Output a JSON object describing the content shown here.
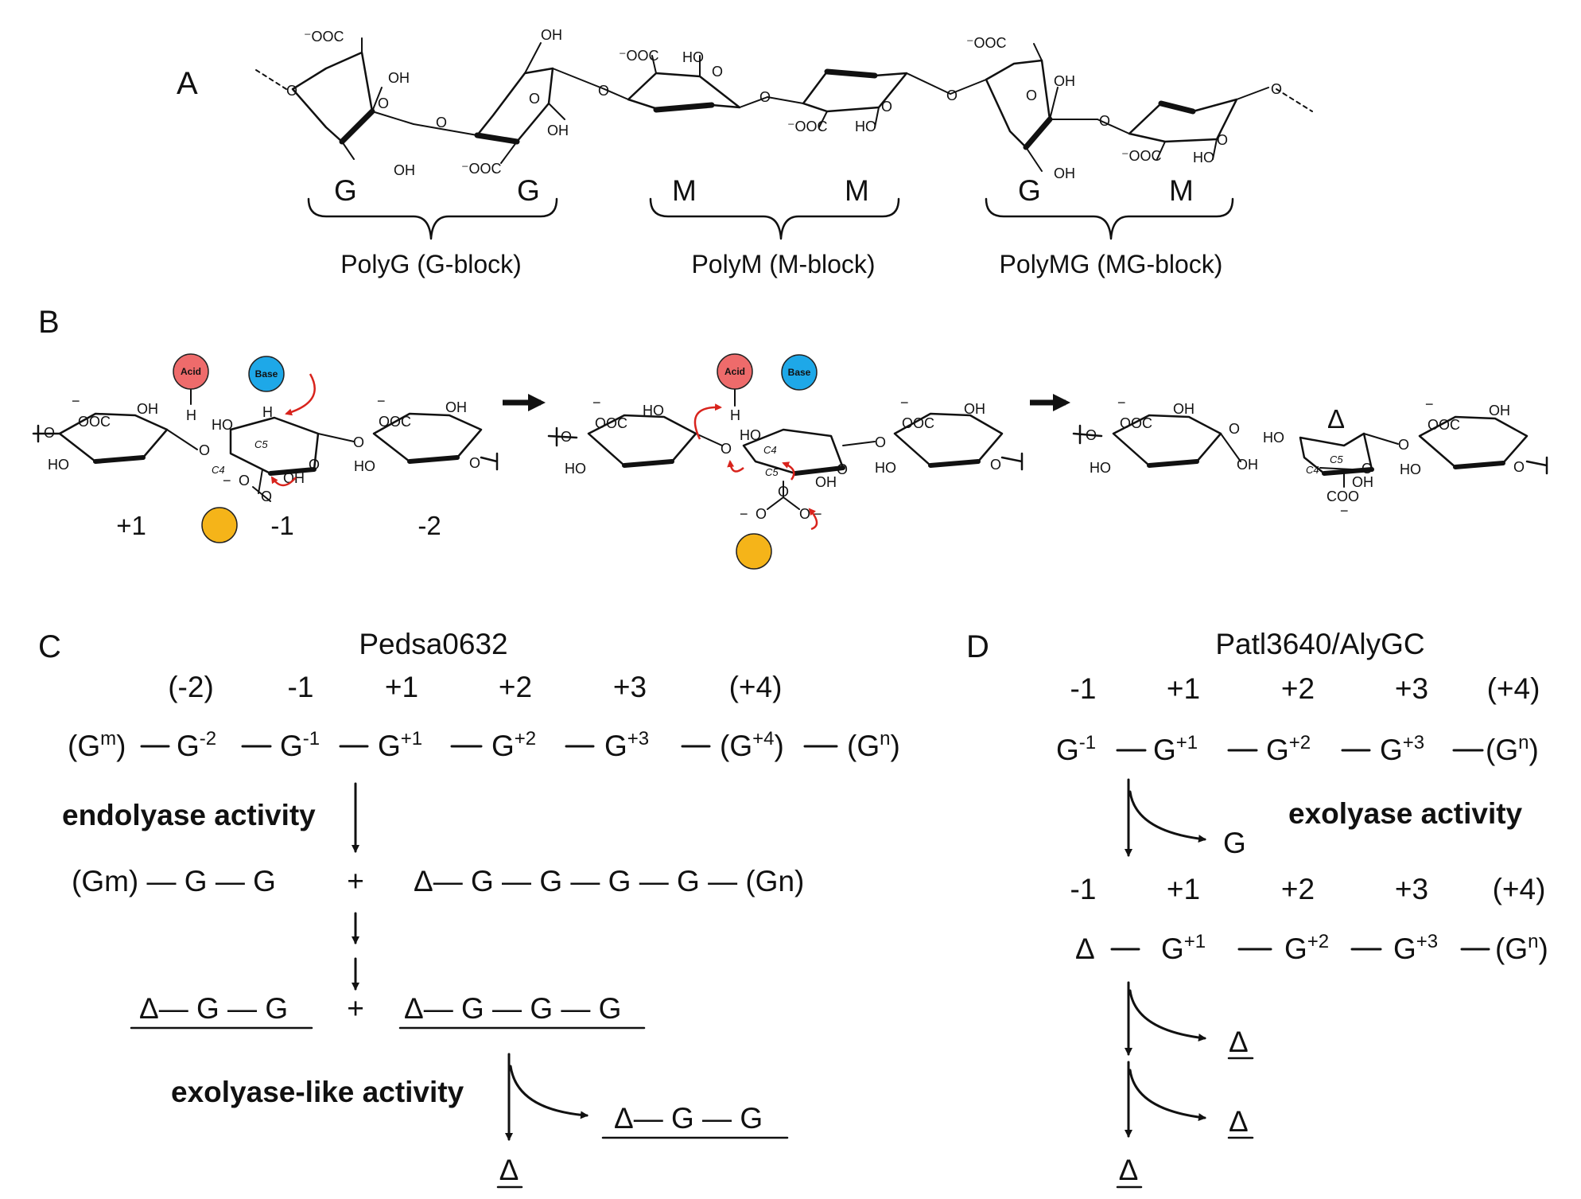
{
  "panels": {
    "a": "A",
    "b": "B",
    "c": "C",
    "d": "D"
  },
  "panel_a": {
    "residues": [
      "G",
      "G",
      "M",
      "M",
      "G",
      "M"
    ],
    "blocks": [
      "PolyG (G-block)",
      "PolyM (M-block)",
      "PolyMG (MG-block)"
    ],
    "groups": {
      "oh": "OH",
      "ho": "HO",
      "ooc": "⁻OOC",
      "ooc2": "⁻OOC",
      "o": "O"
    }
  },
  "panel_b": {
    "acid": "Acid",
    "base": "Base",
    "subsites": [
      "+1",
      "-1",
      "-2"
    ],
    "delta": "Δ",
    "atoms": {
      "h": "H",
      "c4": "C4",
      "c5": "C5",
      "coo": "COO",
      "o": "O",
      "ooc": "OOC",
      "oh": "OH",
      "ho": "HO",
      "minus": "−"
    },
    "colors": {
      "acid": "#ee6b6b",
      "base": "#1ea8e8",
      "metal": "#f5b419"
    }
  },
  "panel_c": {
    "title": "Pedsa0632",
    "subsites": [
      "(-2)",
      "-1",
      "+1",
      "+2",
      "+3",
      "(+4)"
    ],
    "row1": {
      "gm_open": "(G",
      "m_sup": "m",
      "close": ")",
      "g": "G",
      "sup_m2": "-2",
      "sup_m1": "-1",
      "sup_p1": "+1",
      "sup_p2": "+2",
      "sup_p3": "+3",
      "sup_p4": "+4",
      "g4_open": "(G",
      "gn_open": "(G",
      "n_sup": "n"
    },
    "endolyase": "endolyase activity",
    "row2": {
      "left": "(Gm) — G — G",
      "plus": "+",
      "right": "Δ— G — G — G — G — (Gn)"
    },
    "row3": {
      "left": "Δ— G — G",
      "plus": "+",
      "right": "Δ— G — G — G"
    },
    "exolyase_like": "exolyase-like activity",
    "product_branch": "Δ— G — G",
    "product_bottom": "Δ"
  },
  "panel_d": {
    "title": "Patl3640/AlyGC",
    "subsites": [
      "-1",
      "+1",
      "+2",
      "+3",
      "(+4)"
    ],
    "row1": {
      "g": "G",
      "sup_m1": "-1",
      "sup_p1": "+1",
      "sup_p2": "+2",
      "sup_p3": "+3",
      "gn_open": "(G",
      "n_sup": "n",
      "close": ")"
    },
    "branch1": "G",
    "exolyase": "exolyase activity",
    "subsites2": [
      "-1",
      "+1",
      "+2",
      "+3",
      "(+4)"
    ],
    "row2": {
      "delta": "Δ",
      "g": "G",
      "sup_p1": "+1",
      "sup_p2": "+2",
      "sup_p3": "+3",
      "gn_open": "(G",
      "n_sup": "n",
      "close": ")"
    },
    "branch2": "Δ",
    "branch3": "Δ",
    "product_bottom": "Δ"
  }
}
